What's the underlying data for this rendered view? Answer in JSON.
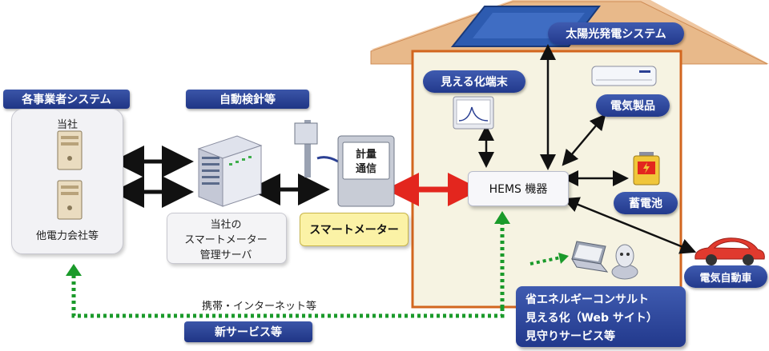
{
  "house": {
    "solar_label": "太陽光発電システム",
    "display_terminal_label": "見える化端末",
    "appliance_label": "電気製品",
    "battery_label": "蓄電池",
    "hems_label": "HEMS 機器",
    "ev_label": "電気自動車",
    "service_box": {
      "line1": "省エネルギーコンサルト",
      "line2": "見える化（Web サイト）",
      "line3": "見守りサービス等"
    }
  },
  "left": {
    "systems_tag": "各事業者システム",
    "company_label": "当社",
    "other_company_label": "他電力会社等"
  },
  "middle": {
    "meter_reading_tag": "自動検針等",
    "server_label_line1": "当社の",
    "server_label_line2": "スマートメーター",
    "server_label_line3": "管理サーバ",
    "meter_face_line1": "計量",
    "meter_face_line2": "通信",
    "smart_meter_label": "スマートメーター"
  },
  "bottom": {
    "network_label": "携帯・インターネット等",
    "new_service_tag": "新サービス等"
  },
  "colors": {
    "house_fill": "#f6f3e2",
    "house_border": "#d2661f",
    "roof": "#e8b98a",
    "tag_blue": "#2a3f93",
    "meter_yellow": "#fbf2a6",
    "red_arrow": "#e3261e",
    "green_dotted": "#1a9a2a"
  }
}
